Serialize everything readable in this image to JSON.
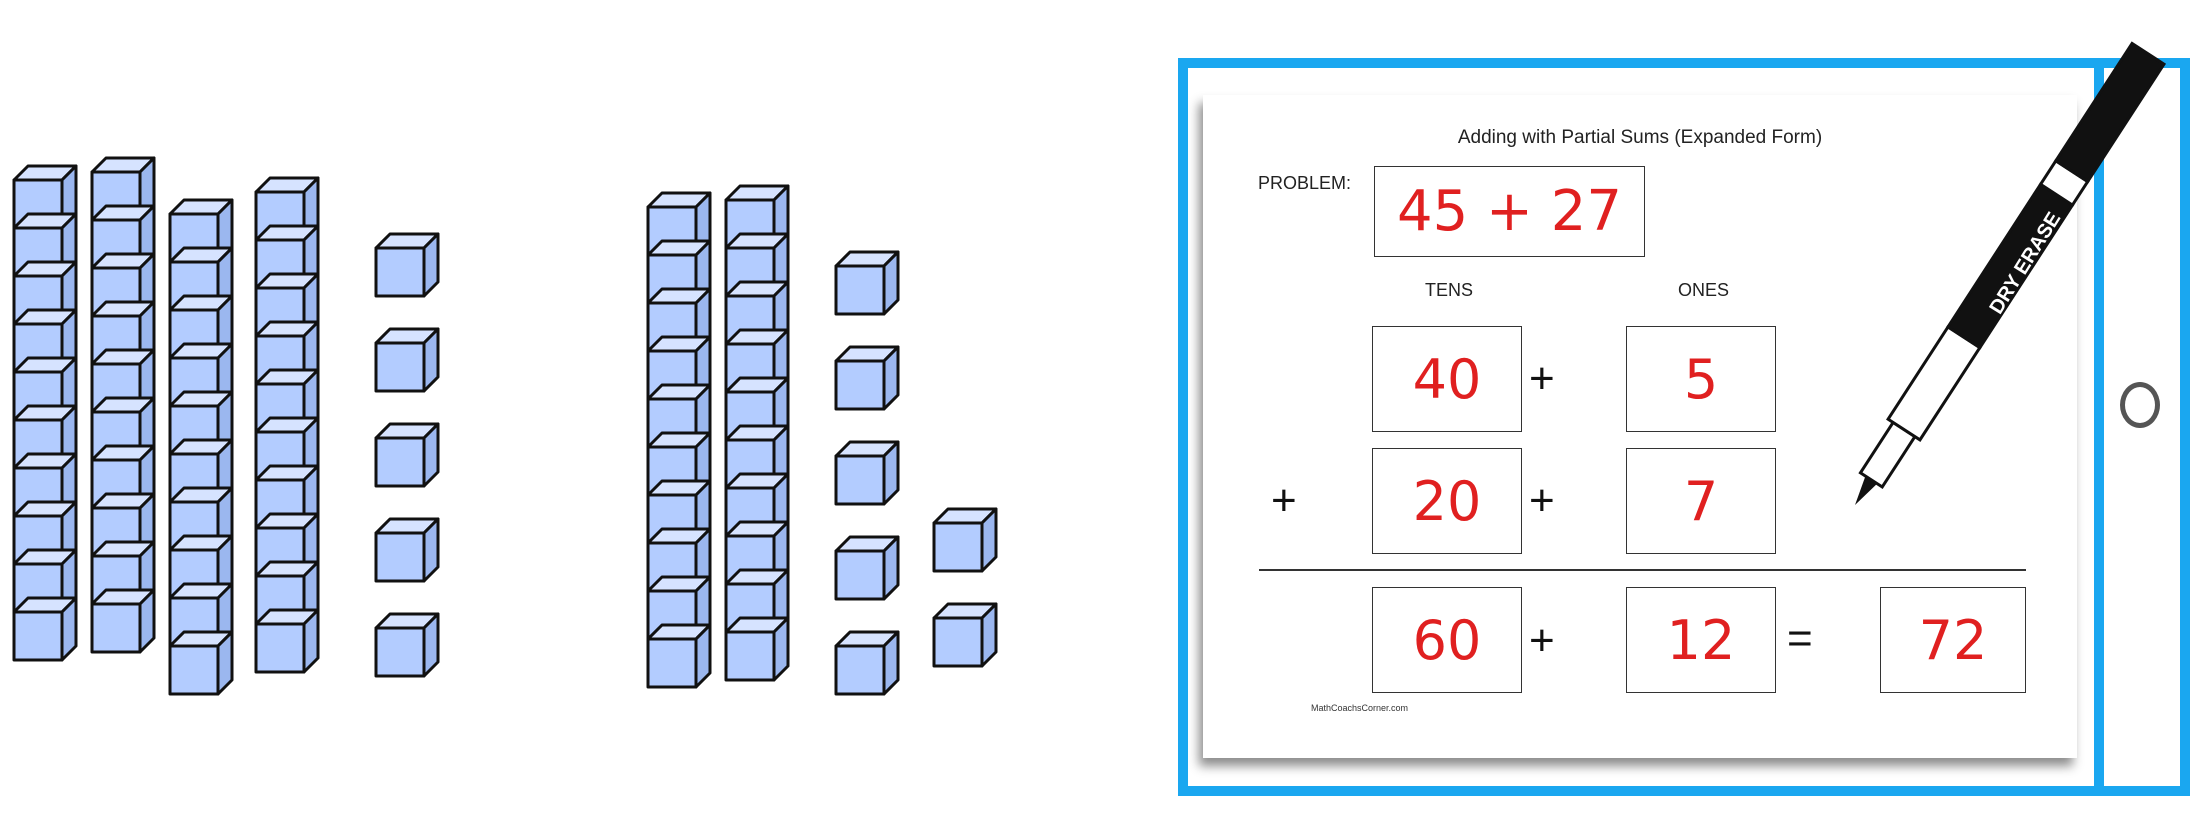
{
  "base_ten_blocks": {
    "addend_1": {
      "tens_rods": 4,
      "ones_cubes": 5
    },
    "addend_2": {
      "tens_rods": 2,
      "ones_cubes": 7
    },
    "cube_fill_color": "#b3ccff",
    "cube_stroke_color": "#111111"
  },
  "worksheet": {
    "title": "Adding with Partial Sums (Expanded Form)",
    "problem_label": "PROBLEM:",
    "problem": "45 + 27",
    "tens_header": "TENS",
    "ones_header": "ONES",
    "row1": {
      "tens": "40",
      "ones": "5"
    },
    "row2": {
      "tens": "20",
      "ones": "7"
    },
    "result": {
      "tens": "60",
      "ones": "12",
      "total": "72"
    },
    "plus": "+",
    "equals": "=",
    "credit": "MathCoachsCorner.com",
    "answer_color": "#e02020"
  },
  "sleeve_color": "#1aa7f0",
  "marker_label": "DRY ERASE"
}
